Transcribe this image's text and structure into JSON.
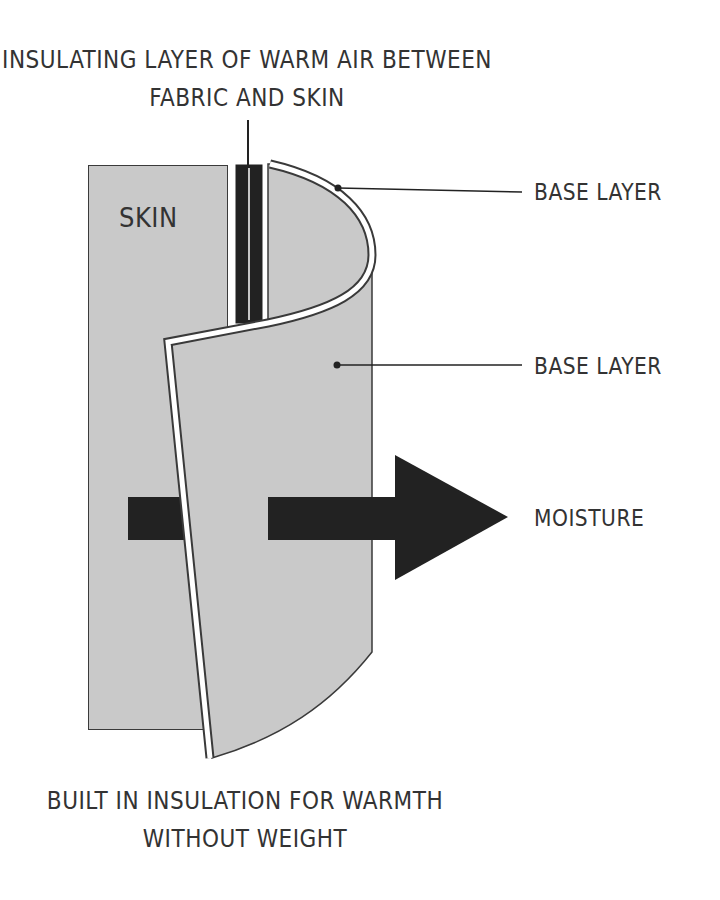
{
  "diagram": {
    "nodes": [
      {
        "text": [
          "SKIN"
        ]
      }
    ],
    "labels": [
      "INSULATING LAYER OF WARM AIR BETWEEN FABRIC AND SKIN",
      "BASE LAYER",
      "BASE LAYER",
      "MOISTURE",
      "BUILT IN INSULATION FOR WARMTH WITHOUT WEIGHT"
    ]
  }
}
